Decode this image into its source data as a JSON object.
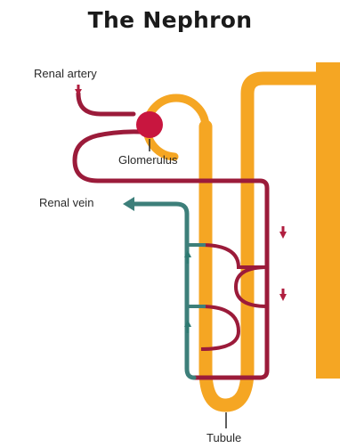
{
  "title": "The Nephron",
  "labels": {
    "renal_artery": "Renal artery",
    "glomerulus": "Glomerulus",
    "renal_vein": "Renal vein",
    "tubule": "Tubule"
  },
  "colors": {
    "tubule": "#f5a623",
    "artery": "#9b1b3a",
    "vein": "#3d7f7a",
    "glomerulus": "#c8163f",
    "arrow_artery": "#b01e3f",
    "arrow_vein": "#2e7a72",
    "text": "#2a2a2a"
  }
}
